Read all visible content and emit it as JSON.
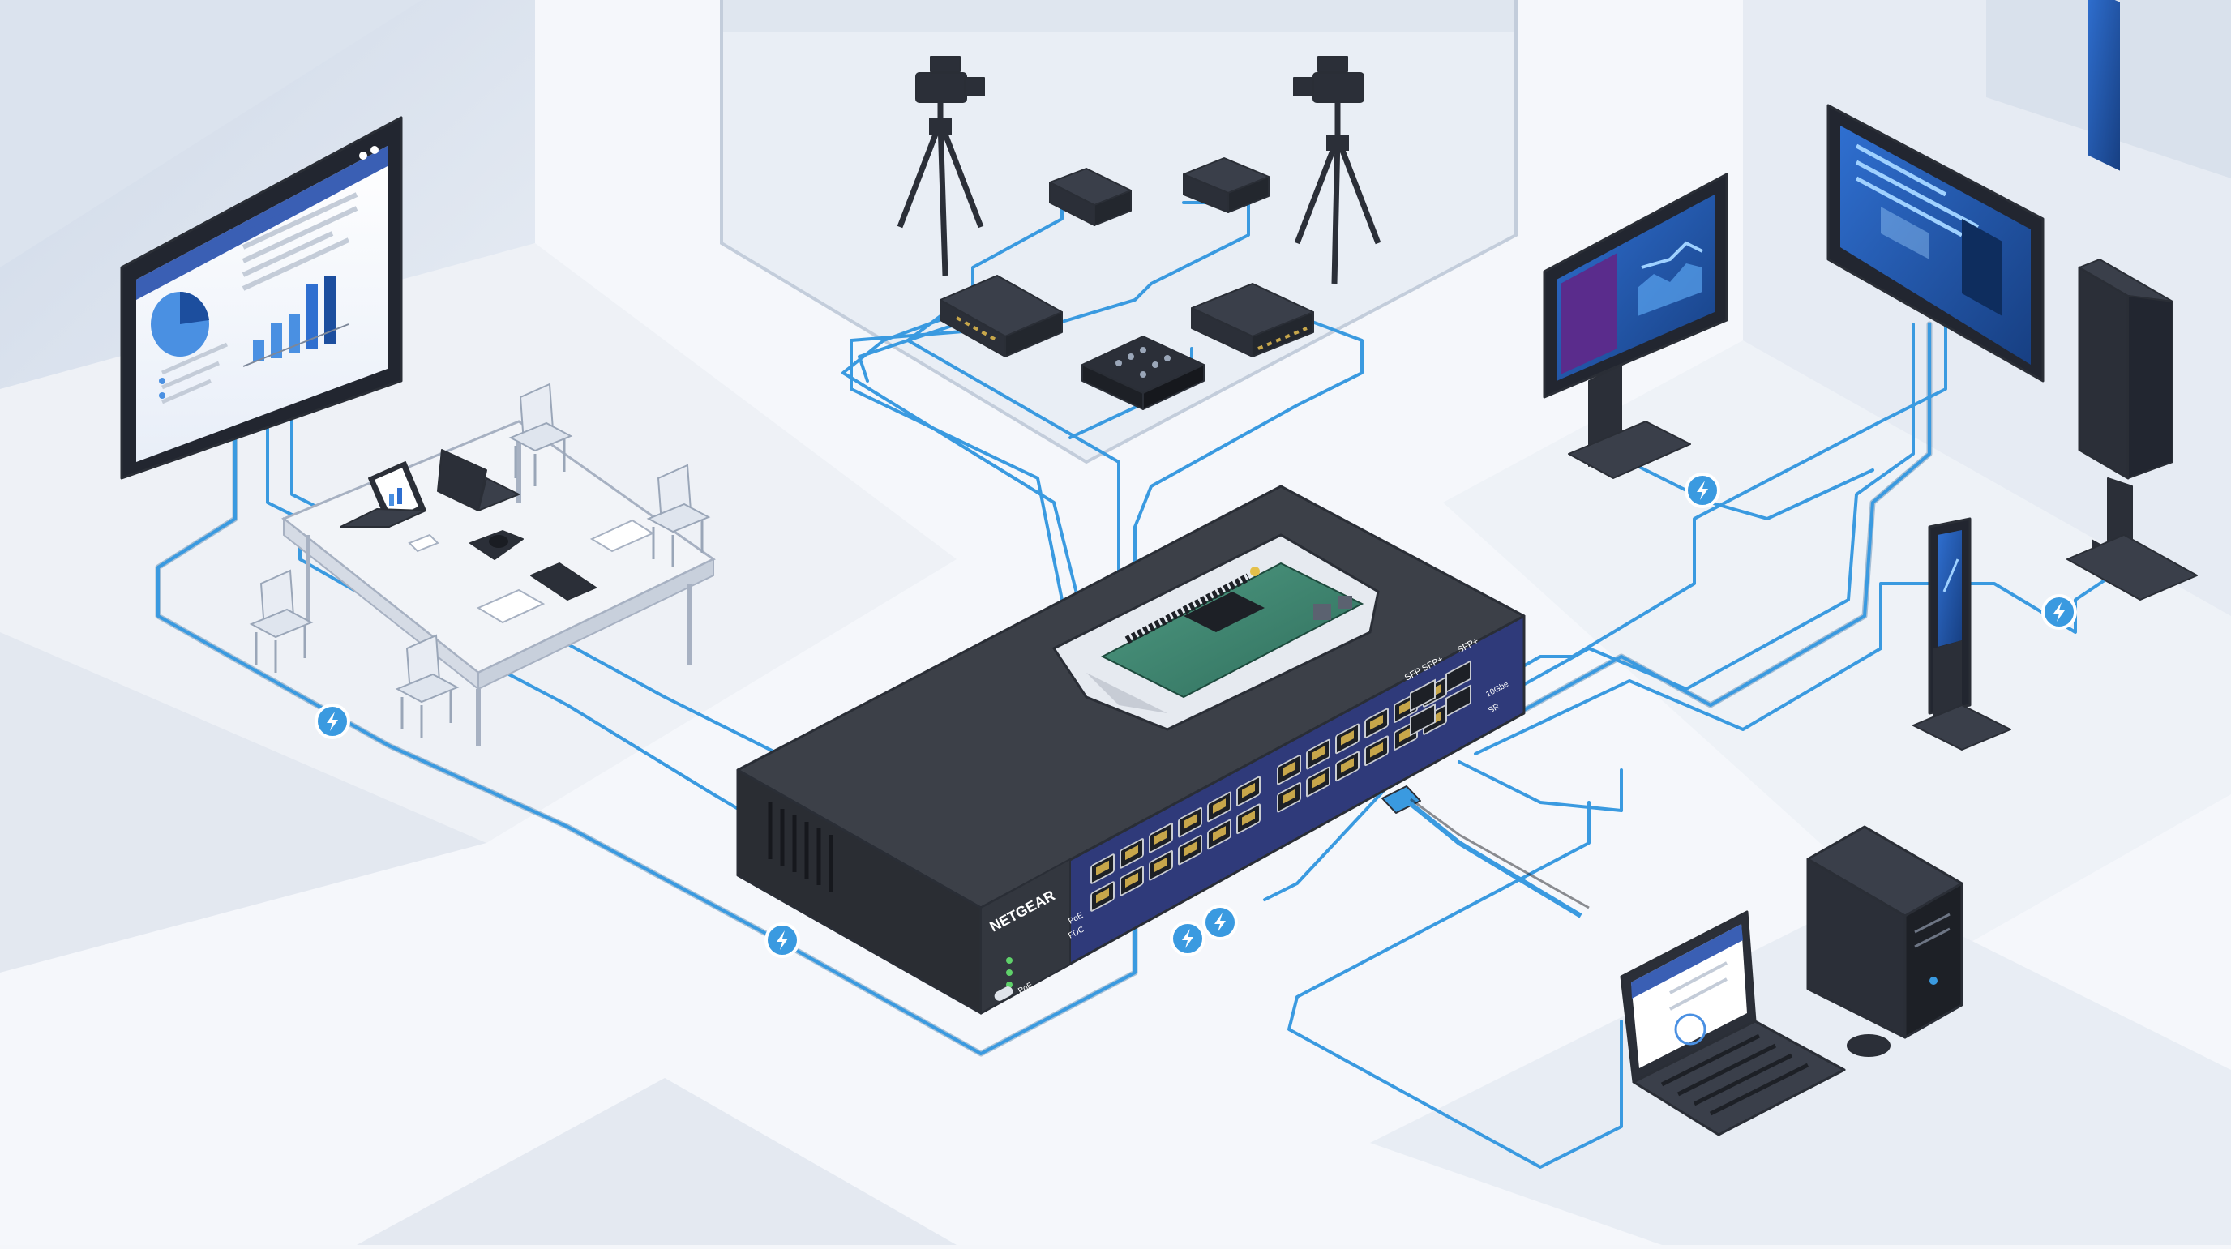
{
  "switch": {
    "brand": "NETGEAR",
    "sfp_label_1": "SFP SFP+",
    "sfp_label_2": "SFP+",
    "status_label_1": "PoE",
    "status_label_2": "FDC",
    "mode_label": "PoE",
    "right_label_1": "10Gbe",
    "right_label_2": "SR"
  },
  "colors": {
    "cable": "#3a9ae0",
    "accent_blue": "#2f3a7a",
    "switch_body": "#3a3d44",
    "poe_badge": "#3a9ae0",
    "screen_blue": "#1f4f9c"
  },
  "icons": {
    "poe": "lightning-bolt-icon"
  }
}
